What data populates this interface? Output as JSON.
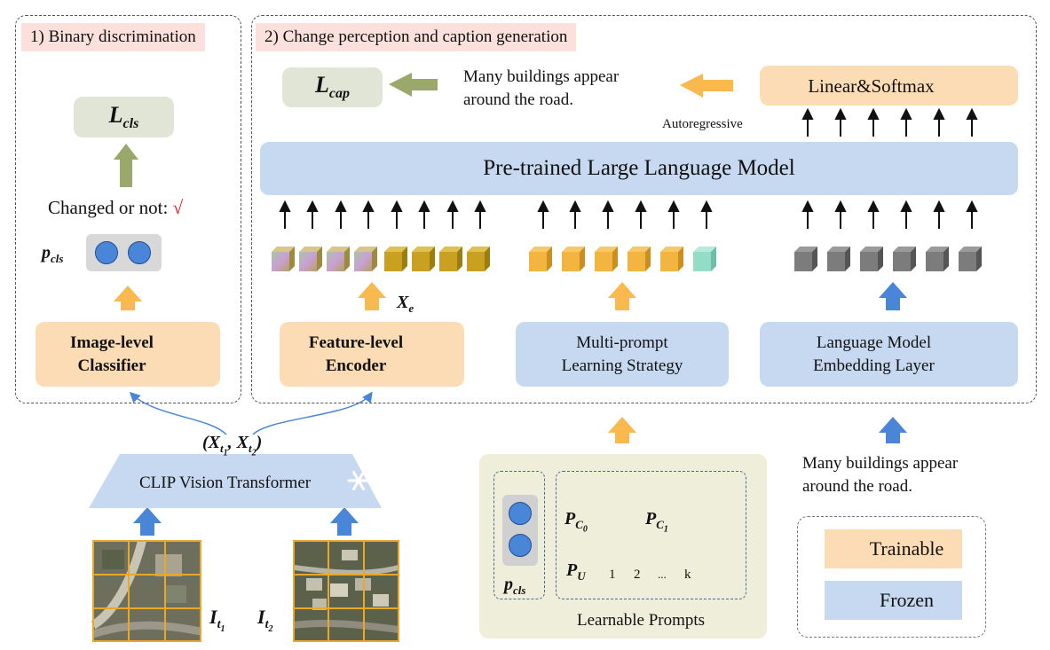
{
  "sections": {
    "binary": "1) Binary discrimination",
    "change": "2) Change perception and caption generation"
  },
  "left": {
    "loss": "L",
    "loss_sub": "cls",
    "changed_text": "Changed or not:",
    "check": "√",
    "pcls": "p",
    "pcls_sub": "cls",
    "classifier": [
      "Image-level",
      "Classifier"
    ]
  },
  "top": {
    "loss": "L",
    "loss_sub": "cap",
    "caption": [
      "Many buildings appear",
      "around the road."
    ],
    "linear": "Linear&Softmax",
    "autoregressive": "Autoregressive",
    "llm": "Pre-trained Large Language Model"
  },
  "modules": {
    "encoder": [
      "Feature-level",
      "Encoder"
    ],
    "xe": "X",
    "xe_sub": "e",
    "multiprompt": [
      "Multi-prompt",
      "Learning Strategy"
    ],
    "embedding": [
      "Language Model",
      "Embedding Layer"
    ]
  },
  "bottom": {
    "clip": "CLIP Vision Transformer",
    "xt1": "X",
    "xt1_sub": "t",
    "xt1_subsub": "1",
    "xt2": "X",
    "xt2_sub": "t",
    "xt2_subsub": "2",
    "it1": "I",
    "it1_sub": "t",
    "it1_subsub": "1",
    "it2": "I",
    "it2_sub": "t",
    "it2_subsub": "2",
    "caption": [
      "Many buildings appear",
      "around the road."
    ],
    "prompts_label": "Learnable Prompts",
    "pcls": "p",
    "pcls_sub": "cls",
    "pc0": "P",
    "pc0_sub": "C",
    "pc0_subsub": "0",
    "pc1": "P",
    "pc1_sub": "C",
    "pc1_subsub": "1",
    "pu": "P",
    "pu_sub": "U",
    "pu_tokens": [
      "1",
      "2",
      "...",
      "k"
    ]
  },
  "legend": {
    "trainable": "Trainable",
    "frozen": "Frozen"
  },
  "colors": {
    "orange_box": "#fcdcb5",
    "blue_box": "#c7d9f1",
    "green_box": "#e1e5d6",
    "arrow_orange": "#f9b94f",
    "arrow_blue": "#4a86d8",
    "arrow_green": "#9aa86a",
    "check_red": "#e11"
  }
}
